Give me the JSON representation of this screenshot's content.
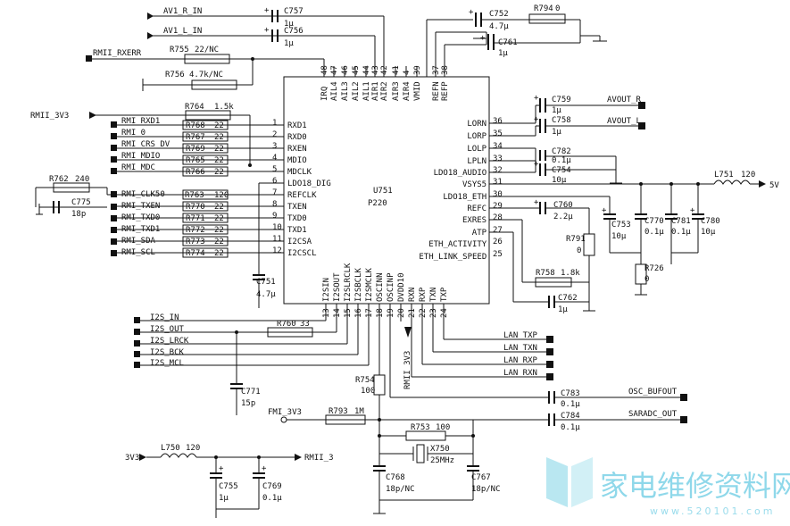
{
  "chip": {
    "ref": "U751",
    "part": "P220"
  },
  "top_pins": [
    {
      "num": "48",
      "name": "IRQ"
    },
    {
      "num": "47",
      "name": "AIL4"
    },
    {
      "num": "46",
      "name": "AIL3"
    },
    {
      "num": "45",
      "name": "AIL2"
    },
    {
      "num": "44",
      "name": "AIL1"
    },
    {
      "num": "43",
      "name": "AIR1"
    },
    {
      "num": "42",
      "name": "AIR2"
    },
    {
      "num": "41",
      "name": "AIR3"
    },
    {
      "num": "4",
      "name": "AIR4"
    },
    {
      "num": "39",
      "name": "VMID"
    },
    {
      "num": "37",
      "name": "REFN"
    },
    {
      "num": "38",
      "name": "REFP"
    }
  ],
  "left_pins": [
    {
      "num": "1",
      "name": "RXD1"
    },
    {
      "num": "2",
      "name": "RXD0"
    },
    {
      "num": "3",
      "name": "RXEN"
    },
    {
      "num": "4",
      "name": "MDIO"
    },
    {
      "num": "5",
      "name": "MDCLK"
    },
    {
      "num": "6",
      "name": "LDO18_DIG"
    },
    {
      "num": "7",
      "name": "REFCLK"
    },
    {
      "num": "8",
      "name": "TXEN"
    },
    {
      "num": "9",
      "name": "TXD0"
    },
    {
      "num": "10",
      "name": "TXD1"
    },
    {
      "num": "11",
      "name": "I2CSA"
    },
    {
      "num": "12",
      "name": "I2CSCL"
    }
  ],
  "right_pins": [
    {
      "num": "36",
      "name": "LORN"
    },
    {
      "num": "35",
      "name": "LORP"
    },
    {
      "num": "34",
      "name": "LOLP"
    },
    {
      "num": "33",
      "name": "LPLN"
    },
    {
      "num": "32",
      "name": "LDO18_AUDIO"
    },
    {
      "num": "31",
      "name": "VSYS5"
    },
    {
      "num": "30",
      "name": "LDO18_ETH"
    },
    {
      "num": "29",
      "name": "REFC"
    },
    {
      "num": "28",
      "name": "EXRES"
    },
    {
      "num": "27",
      "name": "ATP"
    },
    {
      "num": "26",
      "name": "ETH_ACTIVITY"
    },
    {
      "num": "25",
      "name": "ETH_LINK_SPEED"
    }
  ],
  "bottom_pins": [
    {
      "num": "13",
      "name": "I2SIN"
    },
    {
      "num": "14",
      "name": "I2SOUT"
    },
    {
      "num": "15",
      "name": "I2SLRCLK"
    },
    {
      "num": "16",
      "name": "I2SBCLK"
    },
    {
      "num": "17",
      "name": "I2SMCLK"
    },
    {
      "num": "18",
      "name": "OSCINN"
    },
    {
      "num": "19",
      "name": "OSCINP"
    },
    {
      "num": "20",
      "name": "DVDD10"
    },
    {
      "num": "21",
      "name": "RXN"
    },
    {
      "num": "22",
      "name": "RXP"
    },
    {
      "num": "23",
      "name": "TXN"
    },
    {
      "num": "24",
      "name": "TXP"
    }
  ],
  "nets": {
    "av1_r_in": "AV1_R_IN",
    "av1_l_in": "AV1_L_IN",
    "rmii_rxerr": "RMII_RXERR",
    "rmii_3v3": "RMII_3V3",
    "rmi_rxd1": "RMI_RXD1",
    "rmi_0": "RMI_0",
    "rmi_crs_dv": "RMI_CRS_DV",
    "rmi_mdio": "RMI_MDIO",
    "rmi_mdc": "RMI_MDC",
    "rmi_clk50": "RMI_CLK50",
    "rmi_txen": "RMI_TXEN",
    "rmi_txd0": "RMI_TXD0",
    "rmi_txd1": "RMI_TXD1",
    "rmi_sda": "RMI_SDA",
    "rmi_scl": "RMI_SCL",
    "avout_r": "AVOUT_R",
    "avout_l": "AVOUT_L",
    "v5": "5V",
    "i2s_in": "I2S_IN",
    "i2s_out": "I2S_OUT",
    "i2s_lrck": "I2S_LRCK",
    "i2s_bck": "I2S_BCK",
    "i2s_mcl": "I2S_MCL",
    "lan_txp": "LAN_TXP",
    "lan_txn": "LAN_TXN",
    "lan_rxp": "LAN_RXP",
    "lan_rxn": "LAN_RXN",
    "osc_bufout": "OSC_BUFOUT",
    "saradc_out": "SARADC_OUT",
    "fmi_3v3": "FMI_3V3",
    "v3v3": "3V3",
    "rmii_3": "RMII_3",
    "rmii_3v3_vert": "RMII_3V3"
  },
  "components": {
    "c757": {
      "ref": "C757",
      "value": "1µ"
    },
    "c756": {
      "ref": "C756",
      "value": "1µ"
    },
    "c752": {
      "ref": "C752",
      "value": "4.7µ"
    },
    "r794": {
      "ref": "R794",
      "value": "0"
    },
    "c761": {
      "ref": "C761",
      "value": "1µ"
    },
    "r755": {
      "ref": "R755",
      "value": "22/NC"
    },
    "r756": {
      "ref": "R756",
      "value": "4.7k/NC"
    },
    "r764": {
      "ref": "R764",
      "value": "1.5k"
    },
    "r768": {
      "ref": "R768",
      "value": "22"
    },
    "r767": {
      "ref": "R767",
      "value": "22"
    },
    "r769": {
      "ref": "R769",
      "value": "22"
    },
    "r765": {
      "ref": "R765",
      "value": "22"
    },
    "r766": {
      "ref": "R766",
      "value": "22"
    },
    "r762": {
      "ref": "R762",
      "value": "240"
    },
    "c775": {
      "ref": "C775",
      "value": "18p"
    },
    "r763": {
      "ref": "R763",
      "value": "120"
    },
    "r770": {
      "ref": "R770",
      "value": "22"
    },
    "r771": {
      "ref": "R771",
      "value": "22"
    },
    "r772": {
      "ref": "R772",
      "value": "22"
    },
    "r773": {
      "ref": "R773",
      "value": "22"
    },
    "r774": {
      "ref": "R774",
      "value": "22"
    },
    "c751": {
      "ref": "C751",
      "value": "4.7µ"
    },
    "c759": {
      "ref": "C759",
      "value": "1µ"
    },
    "c758": {
      "ref": "C758",
      "value": "1µ"
    },
    "c782": {
      "ref": "C782",
      "value": "0.1µ"
    },
    "c754": {
      "ref": "C754",
      "value": "10µ"
    },
    "l751": {
      "ref": "L751",
      "value": "120"
    },
    "c760": {
      "ref": "C760",
      "value": "2.2µ"
    },
    "c753": {
      "ref": "C753",
      "value": "10µ"
    },
    "c770": {
      "ref": "C770",
      "value": "0.1µ"
    },
    "c781": {
      "ref": "C781",
      "value": "0.1µ"
    },
    "c780": {
      "ref": "C780",
      "value": "10µ"
    },
    "r791": {
      "ref": "R791",
      "value": "0"
    },
    "r726": {
      "ref": "R726",
      "value": "0"
    },
    "r758": {
      "ref": "R758",
      "value": "1.8k"
    },
    "c762": {
      "ref": "C762",
      "value": "1µ"
    },
    "r760": {
      "ref": "R760",
      "value": "33"
    },
    "c771": {
      "ref": "C771",
      "value": "15p"
    },
    "r754": {
      "ref": "R754",
      "value": "100"
    },
    "c783": {
      "ref": "C783",
      "value": "0.1µ"
    },
    "c784": {
      "ref": "C784",
      "value": "0.1µ"
    },
    "r793": {
      "ref": "R793",
      "value": "1M"
    },
    "r753": {
      "ref": "R753",
      "value": "100"
    },
    "x750": {
      "ref": "X750",
      "value": "25MHz"
    },
    "c768": {
      "ref": "C768",
      "value": "18p/NC"
    },
    "c767": {
      "ref": "C767",
      "value": "18p/NC"
    },
    "l750": {
      "ref": "L750",
      "value": "120"
    },
    "c755": {
      "ref": "C755",
      "value": "1µ"
    },
    "c769": {
      "ref": "C769",
      "value": "0.1µ"
    }
  },
  "watermark": {
    "brand": "家电维修资料网",
    "url": "www.520101.com"
  }
}
